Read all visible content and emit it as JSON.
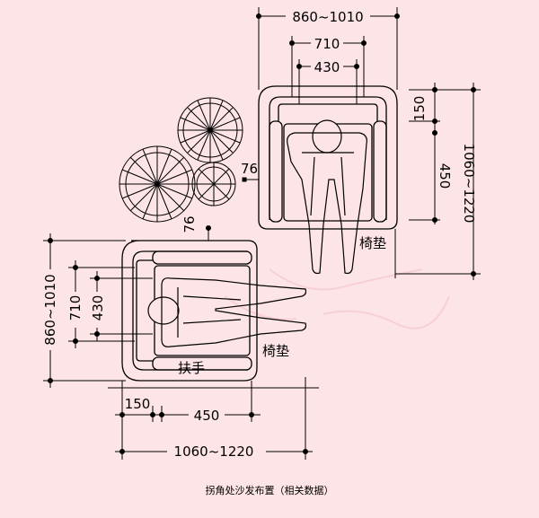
{
  "caption": "拐角处沙发布置（相关数据）",
  "labels": {
    "cushion_top": "椅垫",
    "cushion_left": "椅垫",
    "armrest": "扶手"
  },
  "dimensions": {
    "top_overall_width": "860~1010",
    "top_inner_width": "710",
    "top_seat_width": "430",
    "right_top_offset": "150",
    "right_seat_depth": "450",
    "right_overall_depth": "1060~1220",
    "corner_gap_side": "76",
    "corner_gap_top": "76",
    "left_overall_width": "860~1010",
    "left_inner_width": "710",
    "left_seat_width": "430",
    "bottom_offset": "150",
    "bottom_seat_depth": "450",
    "bottom_overall_depth": "1060~1220"
  },
  "colors": {
    "background": "#fde4e6",
    "line": "#000000"
  }
}
